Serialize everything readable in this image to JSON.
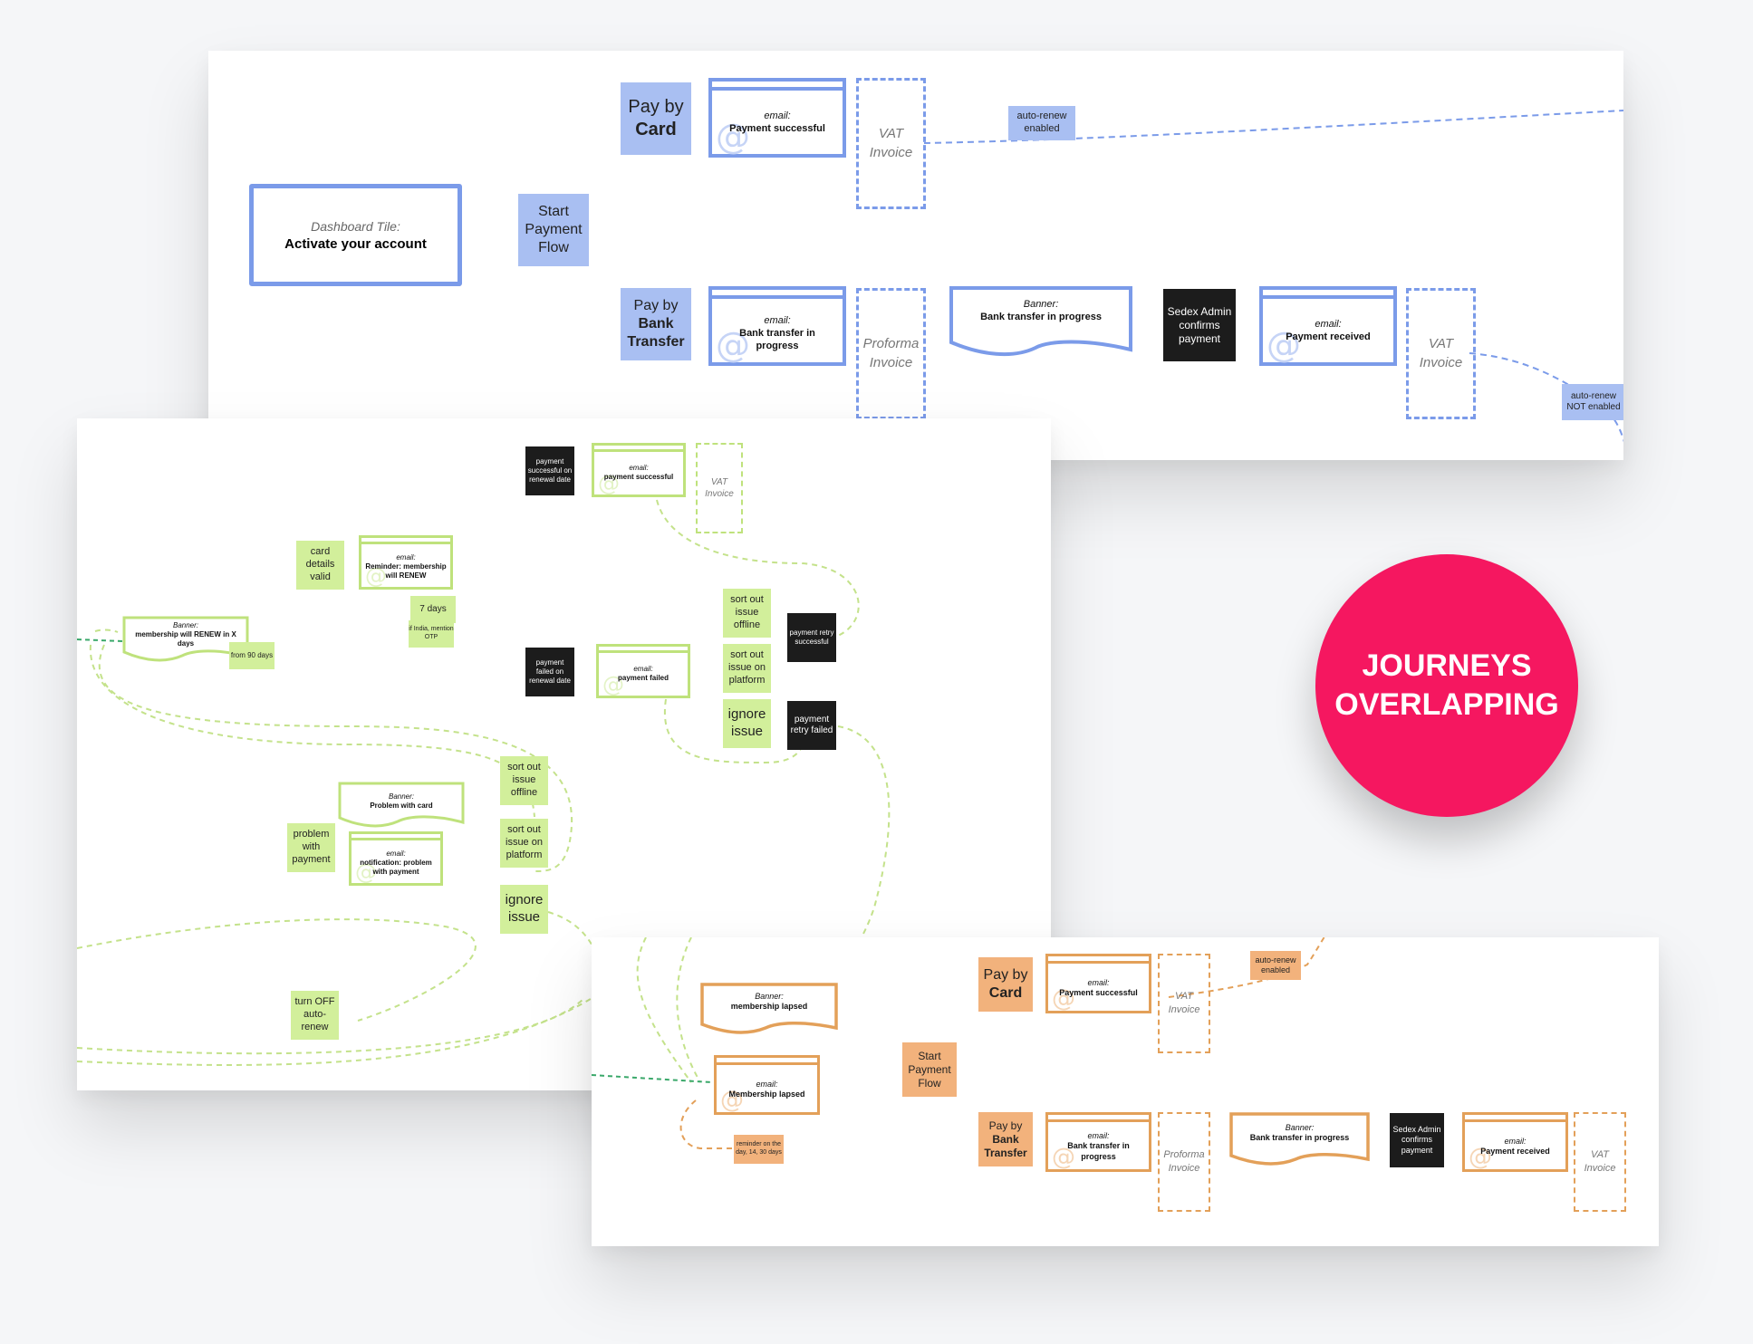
{
  "colors": {
    "blue": "#7b9be9",
    "blue_sticky": "#a9bff2",
    "green": "#bfe27c",
    "green_sticky": "#d2ef9b",
    "orange": "#e3a059",
    "orange_sticky": "#f2b27c",
    "badge": "#f51760"
  },
  "icons": {
    "email": "at-sign-icon"
  },
  "badge": {
    "line1": "JOURNEYS",
    "line2": "OVERLAPPING"
  },
  "blue": {
    "dashboard_tile": {
      "prefix": "Dashboard Tile:",
      "title": "Activate your account"
    },
    "start_flow": "Start Payment Flow",
    "pay_card": {
      "line1": "Pay by",
      "line2": "Card"
    },
    "pay_bank": {
      "line1": "Pay by",
      "line2": "Bank Transfer"
    },
    "email_prefix": "email:",
    "email_card": "Payment successful",
    "email_bank": "Bank transfer in progress",
    "vat_invoice": "VAT Invoice",
    "proforma_invoice": "Proforma Invoice",
    "banner_prefix": "Banner:",
    "banner_bank": "Bank transfer in progress",
    "admin": "Sedex Admin confirms payment",
    "email_received": "Payment received",
    "vat_invoice_2": "VAT Invoice",
    "auto_renew_enabled": "auto-renew enabled",
    "auto_renew_not": "auto-renew NOT enabled"
  },
  "green": {
    "payment_success_renewal": "payment successful on renewal date",
    "email_payment_success": {
      "prefix": "email:",
      "title": "payment successful"
    },
    "vat_invoice": "VAT Invoice",
    "card_valid": "card details valid",
    "email_reminder": {
      "prefix": "email:",
      "title": "Reminder: membership will RENEW"
    },
    "seven_days": "7 days",
    "india_otp": "if India, mention OTP",
    "banner_renew": {
      "prefix": "Banner:",
      "title": "membership will RENEW in X days"
    },
    "from_90": "from 90 days",
    "sort_offline_1": "sort out issue offline",
    "sort_platform_1": "sort out issue on platform",
    "ignore_1": "ignore issue",
    "retry_success": "payment retry successful",
    "retry_failed": "payment retry failed",
    "payment_failed_renewal": "payment failed on renewal date",
    "email_payment_failed": {
      "prefix": "email:",
      "title": "payment failed"
    },
    "banner_problem": {
      "prefix": "Banner:",
      "title": "Problem with card"
    },
    "problem_payment": "problem with payment",
    "email_notification": {
      "prefix": "email:",
      "title": "notification: problem with payment"
    },
    "sort_offline_2": "sort out issue offline",
    "sort_platform_2": "sort out issue on platform",
    "ignore_2": "ignore issue",
    "turn_off": "turn OFF auto-renew"
  },
  "orange": {
    "banner_lapsed": {
      "prefix": "Banner:",
      "title": "membership lapsed"
    },
    "email_lapsed": {
      "prefix": "email:",
      "title": "Membership lapsed"
    },
    "reminder_days": "reminder on the day, 14, 30 days",
    "start_flow": "Start Payment Flow",
    "pay_card": {
      "line1": "Pay by",
      "line2": "Card"
    },
    "pay_bank": {
      "line1": "Pay by",
      "line2": "Bank Transfer"
    },
    "email_card": {
      "prefix": "email:",
      "title": "Payment successful"
    },
    "email_bank": {
      "prefix": "email:",
      "title": "Bank transfer in progress"
    },
    "vat_invoice": "VAT Invoice",
    "proforma_invoice": "Proforma Invoice",
    "banner_bank": {
      "prefix": "Banner:",
      "title": "Bank transfer in progress"
    },
    "admin": "Sedex Admin confirms payment",
    "email_received": {
      "prefix": "email:",
      "title": "Payment received"
    },
    "vat_invoice_2": "VAT Invoice",
    "auto_renew_enabled": "auto-renew enabled"
  }
}
